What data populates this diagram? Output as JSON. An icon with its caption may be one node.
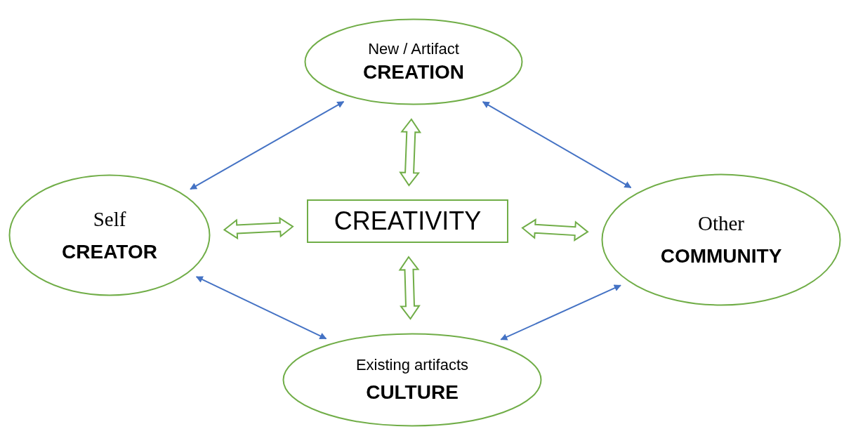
{
  "diagram": {
    "nodes": [
      {
        "text": [
          "New / Artifact",
          "CREATION"
        ]
      },
      {
        "text": [
          "Self",
          "CREATOR"
        ]
      },
      {
        "text": [
          "CREATIVITY"
        ]
      },
      {
        "text": [
          "Other",
          "COMMUNITY"
        ]
      },
      {
        "text": [
          "Existing artifacts",
          "CULTURE"
        ]
      }
    ],
    "edges": [
      {
        "from": 1,
        "to": 0,
        "arrow": "both",
        "color": "#4472c4"
      },
      {
        "from": 0,
        "to": 3,
        "arrow": "both",
        "color": "#4472c4"
      },
      {
        "from": 1,
        "to": 4,
        "arrow": "both",
        "color": "#4472c4"
      },
      {
        "from": 4,
        "to": 3,
        "arrow": "both",
        "color": "#4472c4"
      },
      {
        "from": 2,
        "to": 0,
        "arrow": "both",
        "style": "thick",
        "color": "#70ad47"
      },
      {
        "from": 1,
        "to": 2,
        "arrow": "both",
        "style": "thick",
        "color": "#70ad47"
      },
      {
        "from": 2,
        "to": 3,
        "arrow": "both",
        "style": "thick",
        "color": "#70ad47"
      },
      {
        "from": 2,
        "to": 4,
        "arrow": "both",
        "style": "thick",
        "color": "#70ad47"
      }
    ]
  }
}
